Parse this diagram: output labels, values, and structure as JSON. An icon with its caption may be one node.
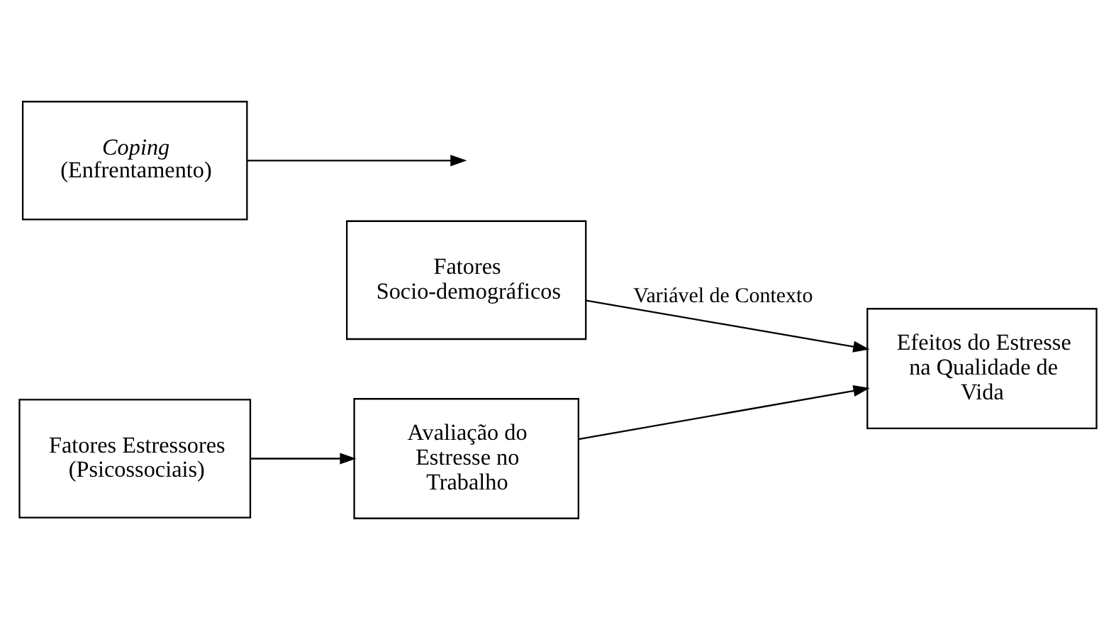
{
  "diagram": {
    "nodes": [
      {
        "text": [
          "Fatores Socio-demográficos"
        ]
      },
      {
        "text": [
          "Fatores Estressores (Psicossociais)"
        ]
      },
      {
        "text": [
          "Avaliação do Estresse no Trabalho"
        ]
      },
      {
        "text": [
          "Efeitos do Estresse na Qualidade de Vida"
        ]
      },
      {
        "text": [
          "*Coping* (Enfrentamento)"
        ]
      }
    ],
    "edges": [
      {
        "from": 0,
        "to": 3,
        "arrow": "to",
        "label": "Variável de Contexto"
      },
      {
        "from": 1,
        "to": 2,
        "arrow": "to"
      },
      {
        "from": 2,
        "to": 3,
        "arrow": "to"
      },
      {
        "from": 4,
        "to": null,
        "arrow": "to"
      }
    ]
  }
}
